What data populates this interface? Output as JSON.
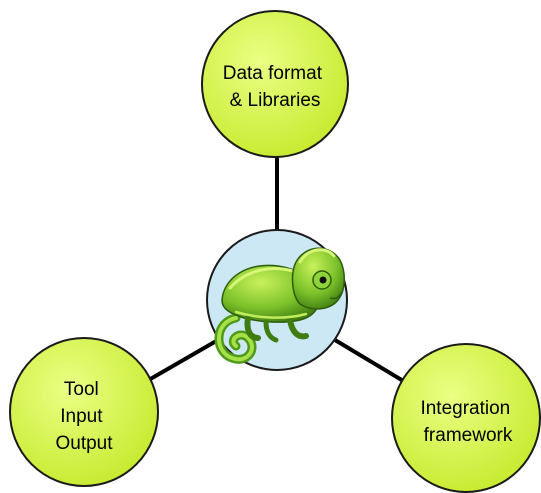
{
  "nodes": {
    "top": {
      "lines": [
        "Data format",
        "& Libraries"
      ]
    },
    "left": {
      "lines": [
        "Tool",
        "Input",
        "Output"
      ]
    },
    "right": {
      "lines": [
        "Integration",
        "framework"
      ]
    },
    "center": {
      "icon": "chameleon-icon"
    }
  },
  "colors": {
    "node_fill": "#cdf03c",
    "node_fill_light": "#e8ff7a",
    "node_stroke": "#1a1a1a",
    "center_fill": "#cce8f4",
    "connector": "#000000",
    "chameleon_body": "#7cc22a",
    "chameleon_dark": "#3f7d12"
  }
}
